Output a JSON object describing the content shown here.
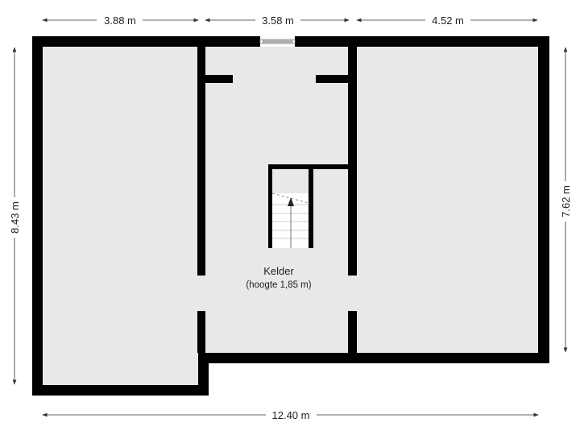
{
  "plan": {
    "colors": {
      "wall": "#000000",
      "floor": "#e8e8e8",
      "background": "#ffffff",
      "dimension_line": "#333333",
      "window": "#b0b0b0"
    },
    "rooms": [
      {
        "name": "Kelder",
        "subtitle": "(hoogte 1,85 m)"
      }
    ],
    "dimensions": {
      "top": [
        "3.88 m",
        "3.58 m",
        "4.52 m"
      ],
      "left": "8.43 m",
      "right": "7.62 m",
      "bottom": "12.40 m"
    },
    "features": {
      "stair": "stair-up-arrow",
      "window": "top-window"
    }
  }
}
